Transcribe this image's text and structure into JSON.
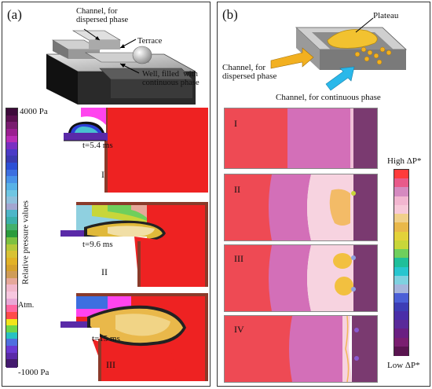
{
  "panel_a": {
    "letter": "(a)",
    "schematic_labels": {
      "channel": "Channel, for\ndispersed phase",
      "terrace": "Terrace",
      "well": "Well, filled  with\ncontinuous phase"
    },
    "colorbar": {
      "max_label": "4000 Pa",
      "min_label": "-1000 Pa",
      "atm_label": "Atm.",
      "axis_label": "Relative pressure values",
      "colors_top_to_bottom": [
        "#3d0a3a",
        "#5a1050",
        "#7a1d70",
        "#9a1f90",
        "#b82db5",
        "#7a2ec2",
        "#4a3ac6",
        "#3a3ab0",
        "#2c4fd6",
        "#3d6fe0",
        "#4a93e8",
        "#58b2e6",
        "#6fc6e2",
        "#8fc0dc",
        "#a3a6d0",
        "#4db6c8",
        "#3bb0a9",
        "#43b06b",
        "#2a9b3c",
        "#7cc140",
        "#b4c83a",
        "#d8c234",
        "#e1b226",
        "#d5a12d",
        "#cf9c58",
        "#e6a89a",
        "#f2b8cc",
        "#f7c7df",
        "#e8a8d6",
        "#ff66a0",
        "#ff4a4a",
        "#f3e41a",
        "#6fd64a",
        "#28c2c2",
        "#4f6fe0",
        "#6a3ad2",
        "#5a2aa8",
        "#431a6e"
      ]
    },
    "stages": [
      {
        "roman": "I",
        "time": "t=5.4 ms"
      },
      {
        "roman": "II",
        "time": "t=9.6 ms"
      },
      {
        "roman": "III",
        "time": "t=15 ms"
      }
    ]
  },
  "panel_b": {
    "letter": "(b)",
    "schematic_labels": {
      "plateau": "Plateau",
      "dispersed": "Channel, for\ndispersed phase",
      "continuous": "Channel, for continuous phase"
    },
    "legend": {
      "high": "High ΔP*",
      "low": "Low ΔP*",
      "colors_top_to_bottom": [
        "#ff3b3b",
        "#e85a8a",
        "#d58ac0",
        "#f2b6d0",
        "#f7c9d9",
        "#f0d08a",
        "#e9b84a",
        "#e3d23a",
        "#c8d63a",
        "#6fcf5c",
        "#1fbf9a",
        "#28c6cf",
        "#7fd1e0",
        "#a6b5dc",
        "#4b5fd6",
        "#3d3db5",
        "#4a2ea8",
        "#5a2a9a",
        "#6a1f82",
        "#7a1e70",
        "#5a1450"
      ]
    },
    "stages": [
      "I",
      "II",
      "III",
      "IV"
    ]
  }
}
